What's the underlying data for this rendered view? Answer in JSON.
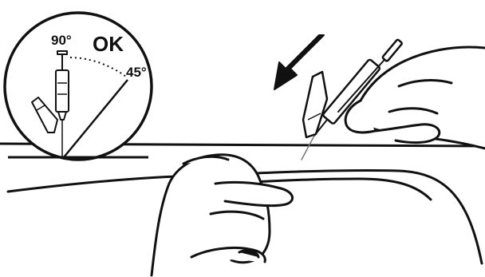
{
  "inset": {
    "status_label": "OK",
    "angle_high_label": "90°",
    "angle_low_label": "45°"
  },
  "arrow": {
    "direction": "down-left"
  }
}
